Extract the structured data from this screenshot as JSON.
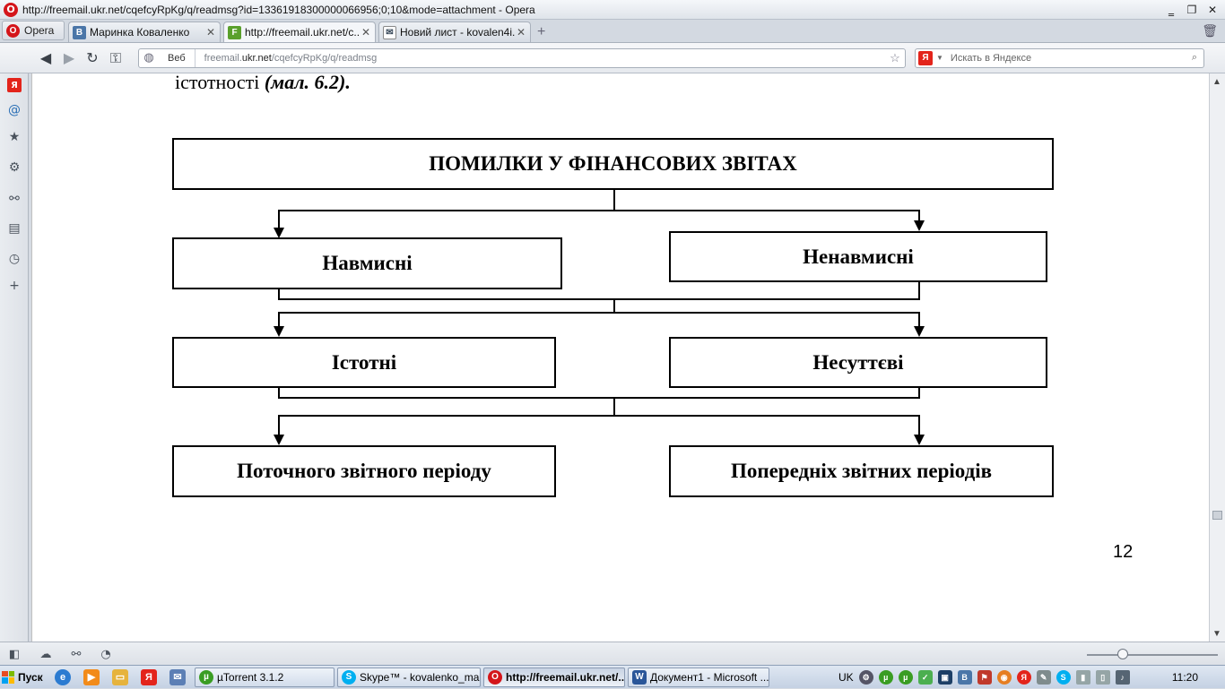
{
  "window": {
    "title": "http://freemail.ukr.net/cqefcyRpKg/q/readmsg?id=13361918300000066956;0;10&mode=attachment - Opera",
    "minimize": "‗",
    "restore": "❐",
    "close": "✕"
  },
  "tabs": {
    "opera_menu": "Opera",
    "items": [
      {
        "label": "Маринка Коваленко",
        "icon": "В",
        "close": "✕"
      },
      {
        "label": "http://freemail.ukr.net/c...",
        "icon": "F",
        "close": "✕"
      },
      {
        "label": "Новий лист - kovalen4i...",
        "icon": "✉",
        "close": "✕"
      }
    ],
    "new_tab": "+"
  },
  "toolbar": {
    "back": "◀",
    "forward": "▶",
    "reload": "↻",
    "key": "⚿",
    "url_badge": "Веб",
    "url_host": "freemail.ukr.net",
    "url_path": "/cqefcyRpKg/q/readmsg",
    "url_prefix": "freemail.",
    "url_bold": "ukr.net",
    "search_engine": "Я",
    "search_placeholder": "Искать в Яндексе",
    "search_go": "🔍",
    "star": "☆"
  },
  "document": {
    "intro_prefix": "істотності ",
    "intro_ref": "(мал.  6.2).",
    "diagram": {
      "root": "ПОМИЛКИ У ФІНАНСОВИХ ЗВІТАХ",
      "level1_left": "Навмисні",
      "level1_right": "Ненавмисні",
      "level2_left": "Істотні",
      "level2_right": "Несуттєві",
      "level3_left": "Поточного звітного періоду",
      "level3_right": "Попередніх звітних періодів"
    },
    "page_number": "12"
  },
  "taskbar": {
    "start": "Пуск",
    "tasks": [
      {
        "label": "µTorrent 3.1.2",
        "icon": "µ",
        "color": "#3a9d23"
      },
      {
        "label": "Skype™ - kovalenko_ma...",
        "icon": "S",
        "color": "#00aff0"
      },
      {
        "label": "http://freemail.ukr.net/...",
        "icon": "O",
        "color": "#d4151a"
      },
      {
        "label": "Документ1 - Microsoft ...",
        "icon": "W",
        "color": "#2a5699"
      }
    ],
    "lang": "UK",
    "time": "11:20"
  }
}
